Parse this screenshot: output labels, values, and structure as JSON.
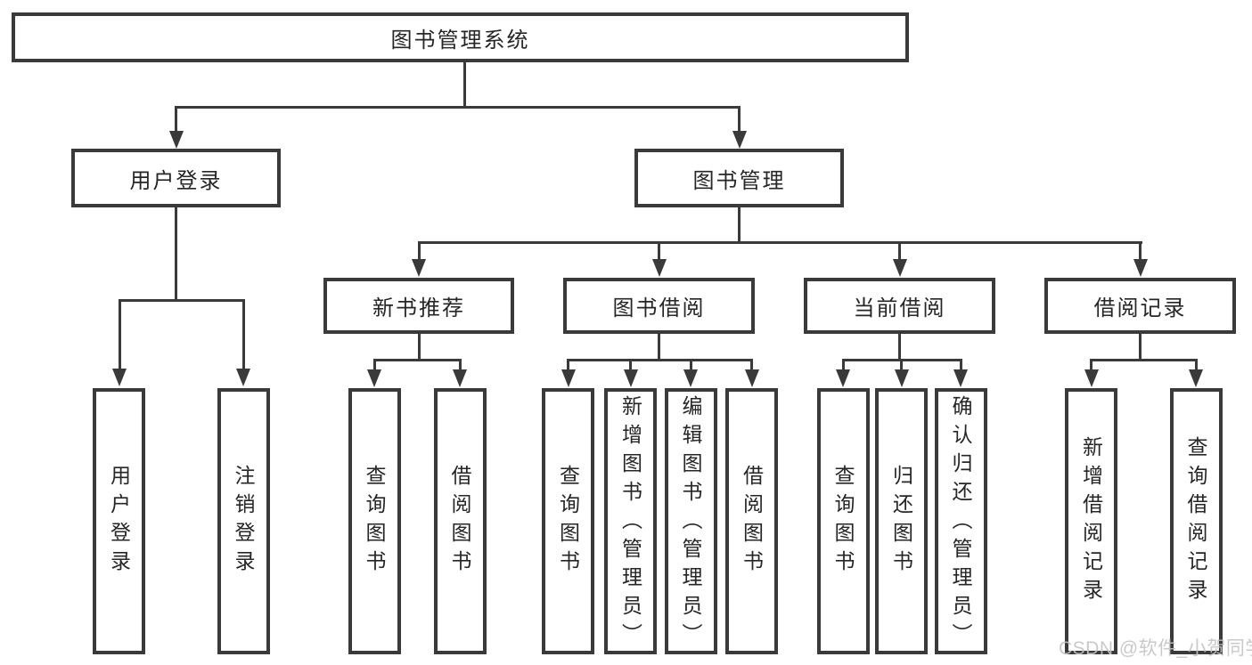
{
  "colors": {
    "line": "#3a3a3a",
    "text": "#262626",
    "background": "#ffffff",
    "watermark": "#c4c4c4"
  },
  "watermark": "CSDN @软件_小贺同学",
  "tree": {
    "root": "图书管理系统",
    "branches": [
      {
        "label": "用户登录",
        "children": [
          "用户登录",
          "注销登录"
        ]
      },
      {
        "label": "图书管理",
        "sections": [
          {
            "label": "新书推荐",
            "children": [
              "查询图书",
              "借阅图书"
            ]
          },
          {
            "label": "图书借阅",
            "children": [
              "查询图书",
              "新增图书（管理员）",
              "编辑图书（管理员）",
              "借阅图书"
            ]
          },
          {
            "label": "当前借阅",
            "children": [
              "查询图书",
              "归还图书",
              "确认归还（管理员）"
            ]
          },
          {
            "label": "借阅记录",
            "children": [
              "新增借阅记录",
              "查询借阅记录"
            ]
          }
        ]
      }
    ]
  }
}
